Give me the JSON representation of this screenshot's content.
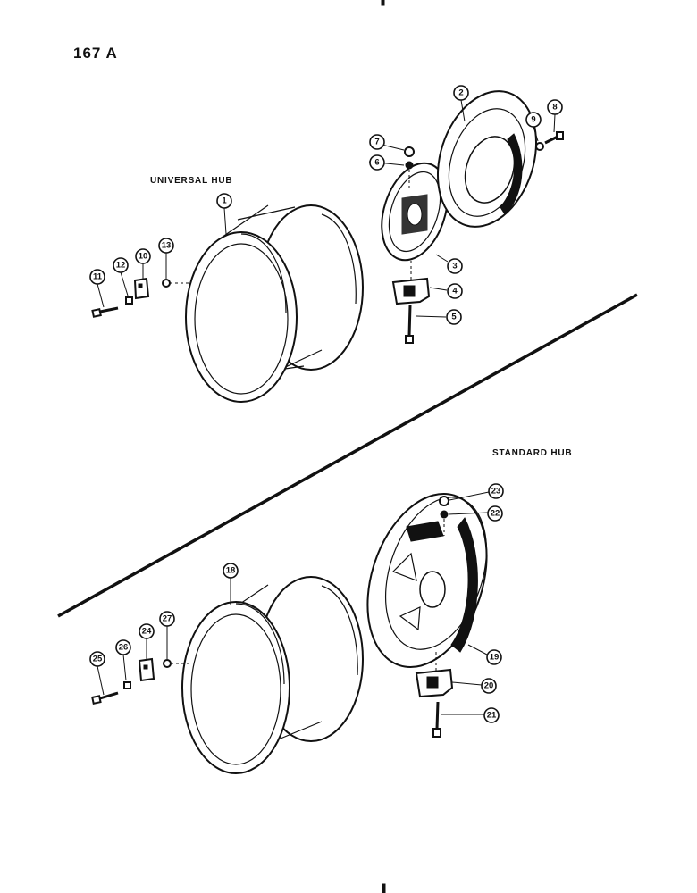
{
  "page_number": "167 A",
  "sections": {
    "universal": {
      "label": "UNIVERSAL HUB"
    },
    "standard": {
      "label": "STANDARD HUB"
    }
  },
  "callouts": {
    "c1": "1",
    "c2": "2",
    "c3": "3",
    "c4": "4",
    "c5": "5",
    "c6": "6",
    "c7": "7",
    "c8": "8",
    "c9": "9",
    "c10": "10",
    "c11": "11",
    "c12": "12",
    "c13": "13",
    "c18": "18",
    "c19": "19",
    "c20": "20",
    "c21": "21",
    "c22": "22",
    "c23": "23",
    "c24": "24",
    "c25": "25",
    "c26": "26",
    "c27": "27"
  }
}
